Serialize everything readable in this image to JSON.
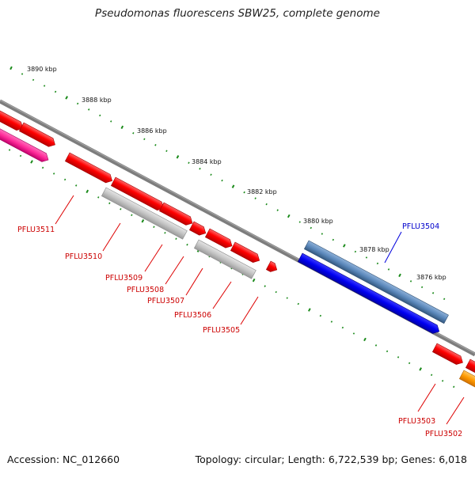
{
  "title": "Pseudomonas fluorescens SBW25, complete genome",
  "footer": {
    "accession": "Accession: NC_012660",
    "summary": "Topology: circular; Length: 6,722,539 bp; Genes: 6,018"
  },
  "colors": {
    "backbone": "#7a7a7a",
    "tick": "#1a8a1a",
    "gene_red": "#ee0000",
    "gene_grey": "#bdbdbd",
    "gene_pink": "#ff3399",
    "gene_blue": "#0000ee",
    "gene_steelblue": "#4f7fb0",
    "gene_orange": "#ff9900",
    "label_red": "#cc0000",
    "label_blue": "#0000cc"
  },
  "ticks": {
    "labels": [
      "3890 kbp",
      "3888 kbp",
      "3886 kbp",
      "3884 kbp",
      "3882 kbp",
      "3880 kbp",
      "3878 kbp",
      "3876 kbp"
    ]
  },
  "genes": {
    "labels": [
      {
        "id": "PFLU3511",
        "color": "red"
      },
      {
        "id": "PFLU3510",
        "color": "red"
      },
      {
        "id": "PFLU3509",
        "color": "red"
      },
      {
        "id": "PFLU3508",
        "color": "red"
      },
      {
        "id": "PFLU3507",
        "color": "red"
      },
      {
        "id": "PFLU3506",
        "color": "red"
      },
      {
        "id": "PFLU3505",
        "color": "red"
      },
      {
        "id": "PFLU3504",
        "color": "blue"
      },
      {
        "id": "PFLU3503",
        "color": "red"
      },
      {
        "id": "PFLU3502",
        "color": "red"
      }
    ]
  }
}
